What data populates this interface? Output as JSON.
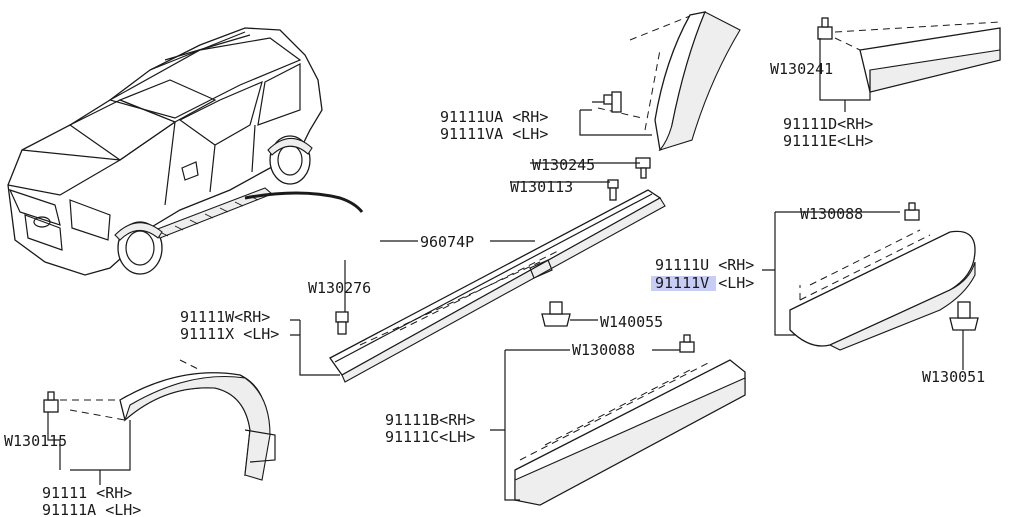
{
  "labels": {
    "p91111ua": "91111UA <RH>",
    "p91111va": "91111VA <LH>",
    "w130241": "W130241",
    "p91111d": "91111D<RH>",
    "p91111e": "91111E<LH>",
    "w130245": "W130245",
    "w130113": "W130113",
    "p96074p": "96074P",
    "w130276": "W130276",
    "p91111w": "91111W<RH>",
    "p91111x": "91111X <LH>",
    "w130088_right": "W130088",
    "p91111u": "91111U <RH>",
    "p91111v": "91111V <LH>",
    "w140055": "W140055",
    "w130088_center": "W130088",
    "p91111b": "91111B<RH>",
    "p91111c": "91111C<LH>",
    "w130051": "W130051",
    "w130115": "W130115",
    "p91111": "91111  <RH>",
    "p91111a": "91111A <LH>"
  },
  "highlight_color": "#c8cdf5"
}
